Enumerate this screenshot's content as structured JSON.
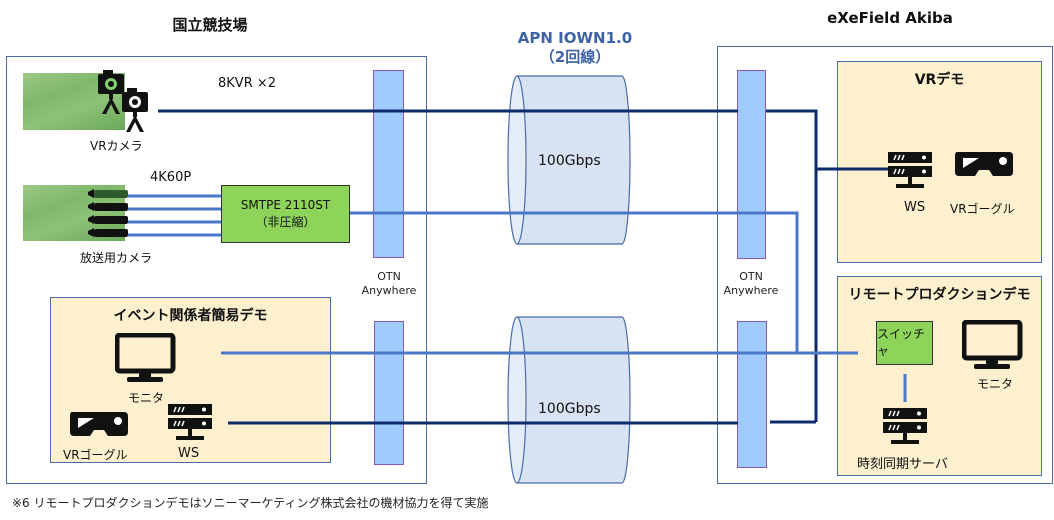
{
  "sites": {
    "left": {
      "title": "国立競技場"
    },
    "right": {
      "title": "eXeField Akiba"
    }
  },
  "network": {
    "title": "APN IOWN1.0",
    "subtitle": "（2回線）",
    "links": [
      {
        "bandwidth": "100Gbps"
      },
      {
        "bandwidth": "100Gbps"
      }
    ],
    "otn_label_line1": "OTN",
    "otn_label_line2": "Anywhere"
  },
  "left_site": {
    "vr_camera": {
      "label": "VRカメラ",
      "stream_label": "8KVR ×2"
    },
    "broadcast_camera": {
      "label": "放送用カメラ",
      "stream_label": "4K60P",
      "count": 4
    },
    "encoder": {
      "line1": "SMTPE 2110ST",
      "line2": "（非圧縮）"
    },
    "event_demo": {
      "title": "イベント関係者簡易デモ",
      "monitor_label": "モニタ",
      "goggle_label": "VRゴーグル",
      "ws_label": "WS"
    }
  },
  "right_site": {
    "vr_demo": {
      "title": "VRデモ",
      "ws_label": "WS",
      "goggle_label": "VRゴーグル"
    },
    "remote_demo": {
      "title": "リモートプロダクションデモ",
      "switcher_label": "スイッチャ",
      "monitor_label": "モニタ",
      "time_server_label": "時刻同期サーバ"
    }
  },
  "colors": {
    "dark_line": "#0d2a6b",
    "light_line": "#4a78c8",
    "otn_fill": "#9fcbff",
    "demo_fill": "#fdf0cf",
    "green_box": "#8fd45a",
    "cylinder_fill": "#d7e2f3"
  },
  "footnote": "※6  リモートプロダクションデモはソニーマーケティング株式会社の機材協力を得て実施"
}
